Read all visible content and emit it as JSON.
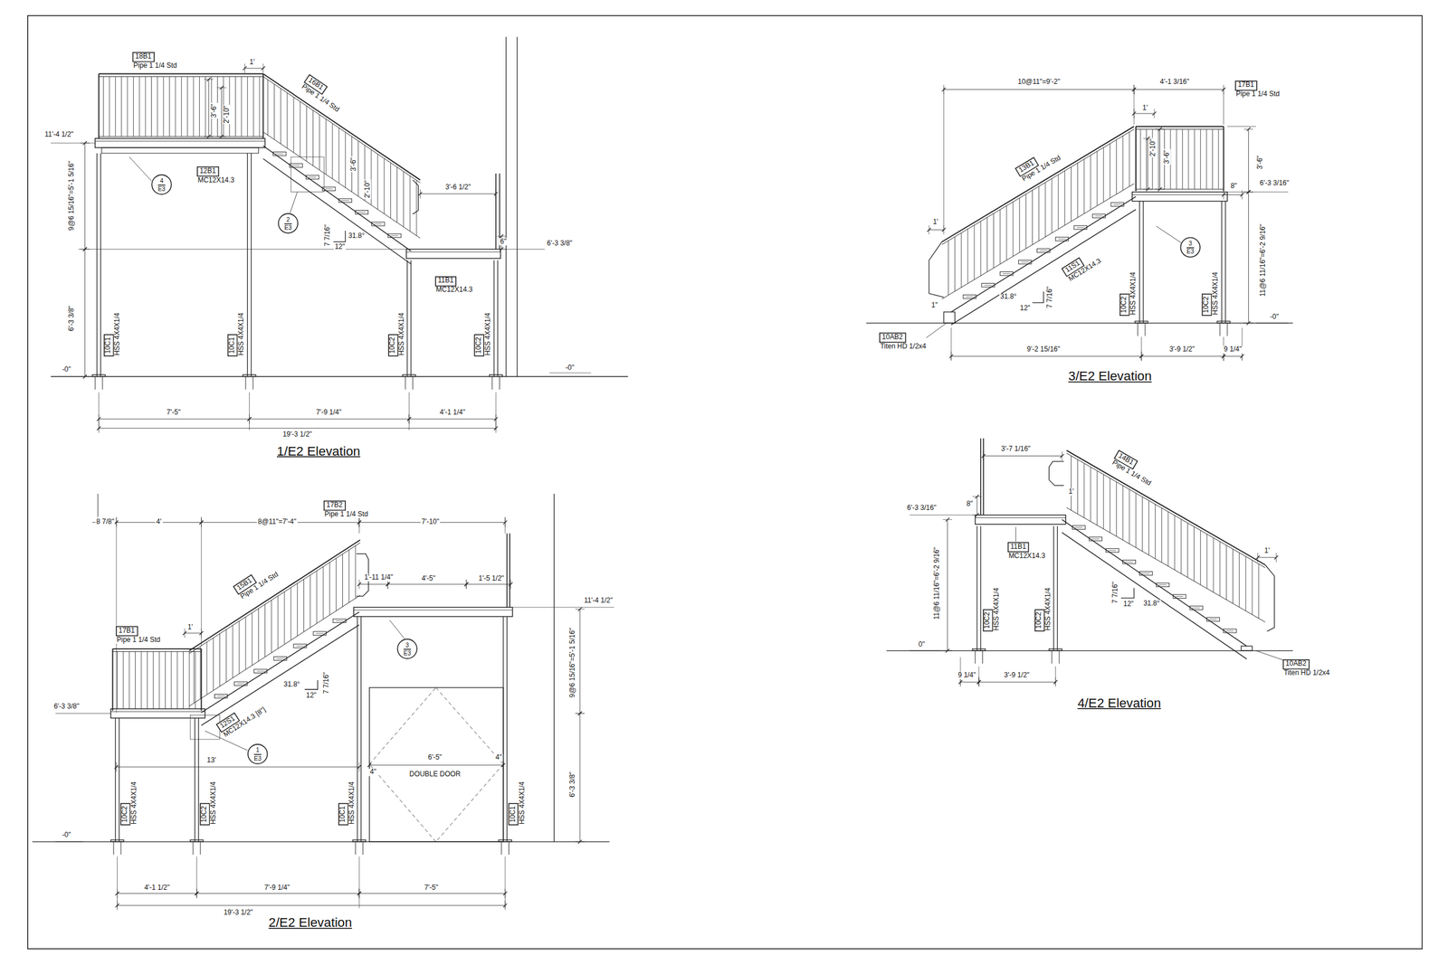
{
  "diagram": {
    "nodes": [
      {
        "text": [
          "18B1",
          "Pipe 1 1/4 Std"
        ]
      },
      {
        "text": [
          "16B1",
          "Pipe 1 1/4 Std"
        ]
      },
      {
        "text": [
          "12B1",
          "MC12X14.3"
        ]
      },
      {
        "text": [
          "4",
          "E3"
        ]
      },
      {
        "text": [
          "2",
          "E3"
        ]
      },
      {
        "text": [
          "11B1",
          "MC12X14.3"
        ]
      },
      {
        "text": [
          "10C1",
          "HSS 4X4X1/4"
        ]
      },
      {
        "text": [
          "10C1",
          "HSS 4X4X1/4"
        ]
      },
      {
        "text": [
          "10C2",
          "HSS 4X4X1/4"
        ]
      },
      {
        "text": [
          "10C2",
          "HSS 4X4X1/4"
        ]
      },
      {
        "text": [
          "17B2",
          "Pipe 1 1/4 Std"
        ]
      },
      {
        "text": [
          "15B1",
          "Pipe 1 1/4 Std"
        ]
      },
      {
        "text": [
          "17B1",
          "Pipe 1 1/4 Std"
        ]
      },
      {
        "text": [
          "12S1",
          "MC12X14.3 [8\"]"
        ]
      },
      {
        "text": [
          "3",
          "E3"
        ]
      },
      {
        "text": [
          "1",
          "E3"
        ]
      },
      {
        "text": [
          "10C2",
          "HSS 4X4X1/4"
        ]
      },
      {
        "text": [
          "10C2",
          "HSS 4X4X1/4"
        ]
      },
      {
        "text": [
          "10C1",
          "HSS 4X4X1/4"
        ]
      },
      {
        "text": [
          "10C1",
          "HSS 4X4X1/4"
        ]
      },
      {
        "text": [
          "17B1",
          "Pipe 1 1/4 Std"
        ]
      },
      {
        "text": [
          "13B1",
          "Pipe 1 1/4 Std"
        ]
      },
      {
        "text": [
          "3",
          "E3"
        ]
      },
      {
        "text": [
          "11S1",
          "MC12X14.3"
        ]
      },
      {
        "text": [
          "10C2",
          "HSS 4X4X1/4"
        ]
      },
      {
        "text": [
          "10C2",
          "HSS 4X4X1/4"
        ]
      },
      {
        "text": [
          "10AB2",
          "Titen HD 1/2x4"
        ]
      },
      {
        "text": [
          "14B1",
          "Pipe 1 1/4 Std"
        ]
      },
      {
        "text": [
          "11B1",
          "MC12X14.3"
        ]
      },
      {
        "text": [
          "10C2",
          "HSS 4X4X1/4"
        ]
      },
      {
        "text": [
          "10C2",
          "HSS 4X4X1/4"
        ]
      },
      {
        "text": [
          "10AB2",
          "Titen HD 1/2x4"
        ]
      }
    ],
    "labels": [
      "1'",
      "3'-6\"",
      "2'-10\"",
      "3'-6\"",
      "2'-10\"",
      "11'-4 1/2\"",
      "9@6 15/16\"=5'-1 5/16\"",
      "6'-3 3/8\"",
      "-0\"",
      "7 7/16\"",
      "12\"",
      "31.8°",
      "3'-6 1/2\"",
      "6\"",
      "6'-3 3/8\"",
      "-0\"",
      "7'-5\"",
      "7'-9 1/4\"",
      "4'-1 1/4\"",
      "19'-3 1/2\"",
      "1/E2 Elevation",
      "8 7/8\"",
      "4'",
      "8@11\"=7'-4\"",
      "7'-10\"",
      "1'",
      "1'-11 1/4\"",
      "4'-5\"",
      "1'-5 1/2\"",
      "11'-4 1/2\"",
      "9@6 15/16\"=5'-1 5/16\"",
      "6'-3 3/8\"",
      "6'-3 3/8\"",
      "31.8°",
      "12\"",
      "7 7/16\"",
      "13'",
      "6'-5\"",
      "4\"",
      "4\"",
      "DOUBLE DOOR",
      "-0\"",
      "4'-1 1/2\"",
      "7'-9 1/4\"",
      "7'-5\"",
      "19'-3 1/2\"",
      "2/E2 Elevation",
      "10@11\"=9'-2\"",
      "4'-1 3/16\"",
      "1'",
      "2'-10\"",
      "3'-6\"",
      "3'-6\"",
      "8\"",
      "6'-3 3/16\"",
      "1'",
      "1\"",
      "31.8°",
      "12\"",
      "7 7/16\"",
      "11@6 11/16\"=6'-2 9/16\"",
      "-0\"",
      "9'-2 15/16\"",
      "3'-9 1/2\"",
      "9 1/4\"",
      "3/E2 Elevation",
      "3'-7 1/16\"",
      "1'",
      "8\"",
      "6'-3 3/16\"",
      "11@6 11/16\"=6'-2 9/16\"",
      "0\"",
      "7 7/16\"",
      "12\"",
      "31.8°",
      "1'",
      "9 1/4\"",
      "3'-9 1/2\"",
      "4/E2 Elevation"
    ]
  }
}
